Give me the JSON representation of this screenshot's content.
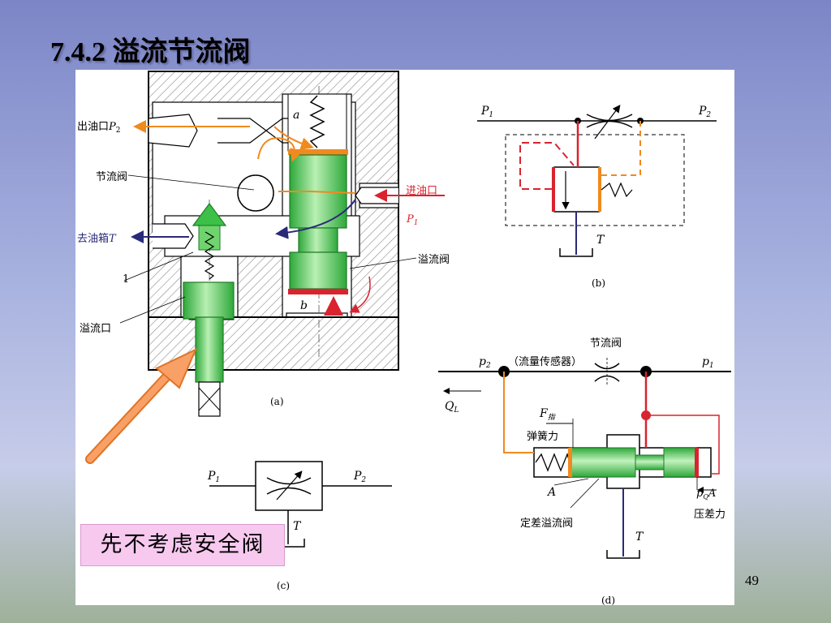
{
  "slide": {
    "title": "7.4.2  溢流节流阀",
    "note": "先不考虑安全阀",
    "page_number": "49"
  },
  "diagram_a": {
    "outlet_label": "出油口",
    "outlet_symbol": "P",
    "outlet_sub": "2",
    "throttle_label": "节流阀",
    "tank_label": "去油箱",
    "tank_symbol": "T",
    "part_number": "1",
    "overflow_port_label": "溢流口",
    "inlet_label": "进油口",
    "inlet_symbol": "P",
    "inlet_sub": "1",
    "relief_label": "溢流阀",
    "chamber_a": "a",
    "chamber_b": "b",
    "caption": "(a)"
  },
  "diagram_b": {
    "p1": "P",
    "p1_sub": "1",
    "p2": "P",
    "p2_sub": "2",
    "t": "T",
    "caption": "(b)"
  },
  "diagram_c": {
    "p1": "P",
    "p1_sub": "1",
    "p2": "P",
    "p2_sub": "2",
    "t": "T",
    "caption": "(c)"
  },
  "diagram_d": {
    "p2": "p",
    "p2_sub": "2",
    "p1": "p",
    "p1_sub": "1",
    "sensor": "（流量传感器）",
    "throttle": "节流阀",
    "flow": "Q",
    "flow_sub": "L",
    "force": "F",
    "force_sub": "指",
    "spring_force": "弹簧力",
    "area_a": "A",
    "relief": "定差溢流阀",
    "pq": "p",
    "pq_sub": "Q",
    "pq_a": "A",
    "pressure_diff": "压差力",
    "t": "T",
    "caption": "(d)"
  },
  "colors": {
    "green": "#2fbf3a",
    "light_green": "#b8ecb4",
    "orange": "#f08a1e",
    "red": "#d9232e",
    "navy": "#2a2a7a",
    "hatch": "#888888"
  }
}
